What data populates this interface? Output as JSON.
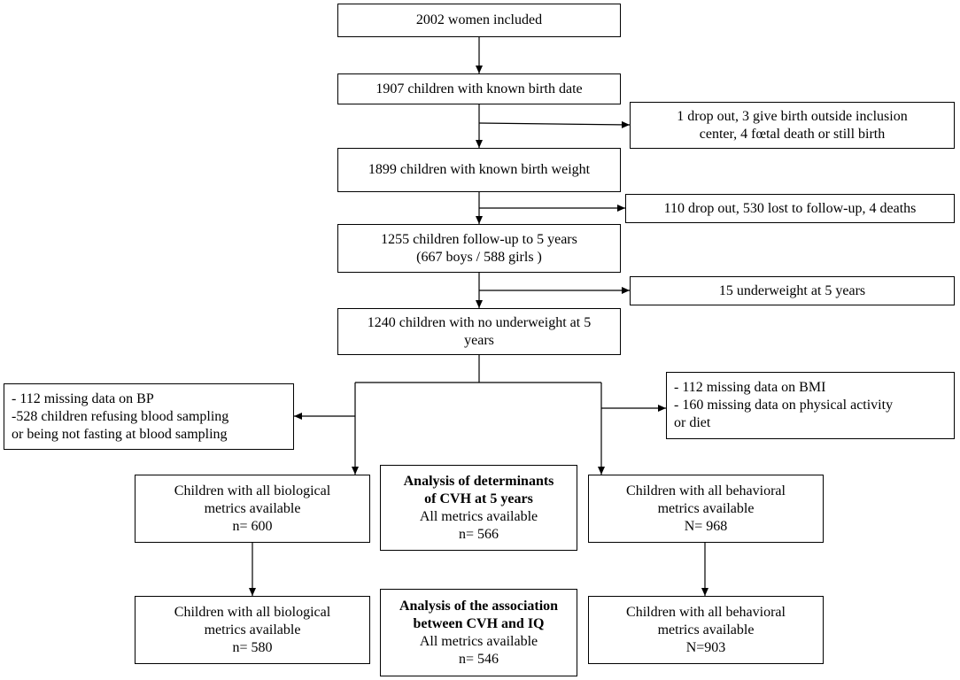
{
  "flow": {
    "women": "2002 women included",
    "birth_date": "1907 children with known birth date",
    "excl1": [
      "1 drop out, 3 give birth outside inclusion",
      "center, 4 fœtal death or still birth"
    ],
    "birth_weight": "1899 children with known birth weight",
    "excl2": "110 drop out, 530 lost to follow-up, 4 deaths",
    "followup": [
      "1255 children follow-up to 5 years",
      "(667 boys / 588 girls )"
    ],
    "excl3": "15 underweight at 5 years",
    "no_underweight": [
      "1240 children with no underweight at 5",
      "years"
    ],
    "excl_bio": [
      "- 112 missing data on BP",
      "-528 children refusing blood sampling",
      "or being not fasting at blood sampling"
    ],
    "excl_beh": [
      "- 112 missing data on BMI",
      "- 160 missing data on physical activity",
      "or diet"
    ],
    "bio1": [
      "Children with all biological",
      "metrics available",
      "n= 600"
    ],
    "analysis1": [
      "Analysis of determinants",
      "of CVH at 5 years",
      "All metrics available",
      "n= 566"
    ],
    "beh1": [
      "Children with all behavioral",
      "metrics available",
      "N= 968"
    ],
    "bio2": [
      "Children with all biological",
      "metrics available",
      "n= 580"
    ],
    "analysis2": [
      "Analysis of the association",
      "between CVH and IQ",
      "All metrics available",
      "n= 546"
    ],
    "beh2": [
      "Children with all behavioral",
      "metrics available",
      "N=903"
    ]
  }
}
